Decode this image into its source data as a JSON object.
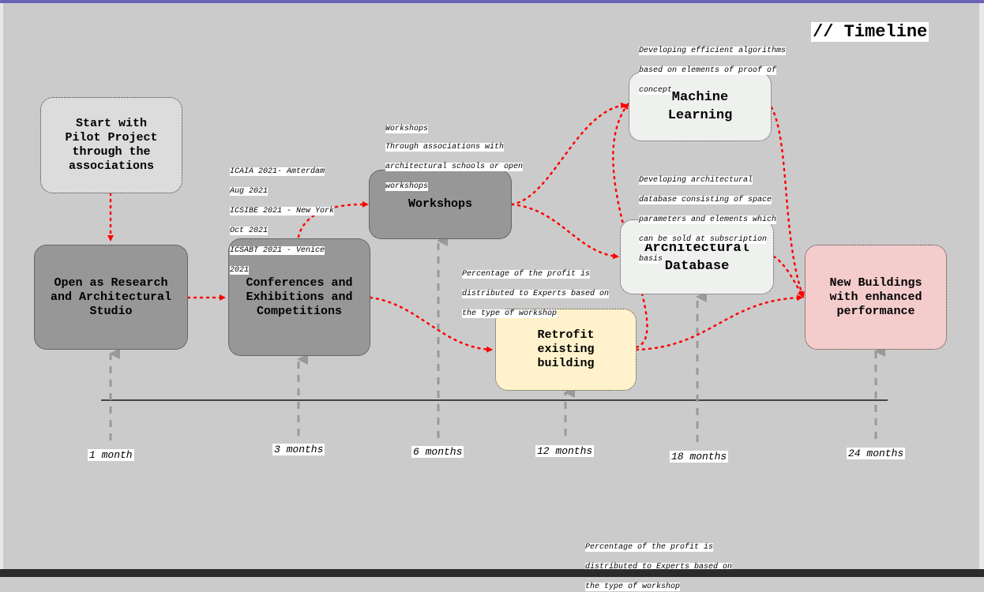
{
  "title": "// Timeline",
  "boxes": {
    "start": "Start with\nPilot Project\nthrough the\nassociations",
    "open_studio": "Open as Research\nand Architectural\nStudio",
    "conferences": "Conferences and\nExhibitions and\nCompetitions",
    "workshops": "Workshops",
    "machine_learning": "Machine\nLearning",
    "arch_database": "Architectural\nDatabase",
    "retrofit": "Retrofit\nexisting\nbuilding",
    "new_buildings": "New Buildings\nwith enhanced\nperformance"
  },
  "notes": {
    "conferences_list": [
      "ICAIA 2021- Amterdam",
      "Aug 2021",
      "ICSIBE 2021 - New York",
      "Oct 2021",
      "ICSABT 2021 - Venice",
      "2021"
    ],
    "workshops_heading": "Workshops",
    "workshops_desc": [
      "Through associations with",
      "architectural schools or open",
      "workshops"
    ],
    "ml_desc": [
      "Developing efficient algorithms",
      "based on elements of proof of",
      "concept"
    ],
    "db_desc": [
      "Developing architectural",
      "database consisting of space",
      "parameters and elements  which",
      "can be sold at subscription",
      "basis"
    ],
    "profit_mid": [
      "Percentage of the profit is",
      "distributed to Experts based on",
      "the type of workshop"
    ],
    "profit_bottom": [
      "Percentage of the profit is",
      "distributed to Experts based on",
      "the type of workshop"
    ]
  },
  "milestones": {
    "m1": "1 month",
    "m3": "3 months",
    "m6": "6 months",
    "m12": "12 months",
    "m18": "18 months",
    "m24": "24 months"
  },
  "colors": {
    "background": "#cbcbcb",
    "start_box": "#dcdcdc",
    "dark_box": "#979797",
    "light_box": "#eff1ef",
    "retrofit_box": "#fff2cc",
    "new_buildings_box": "#f4cccc",
    "arrow_red": "#ff0000",
    "timeline_gray": "#999999"
  }
}
